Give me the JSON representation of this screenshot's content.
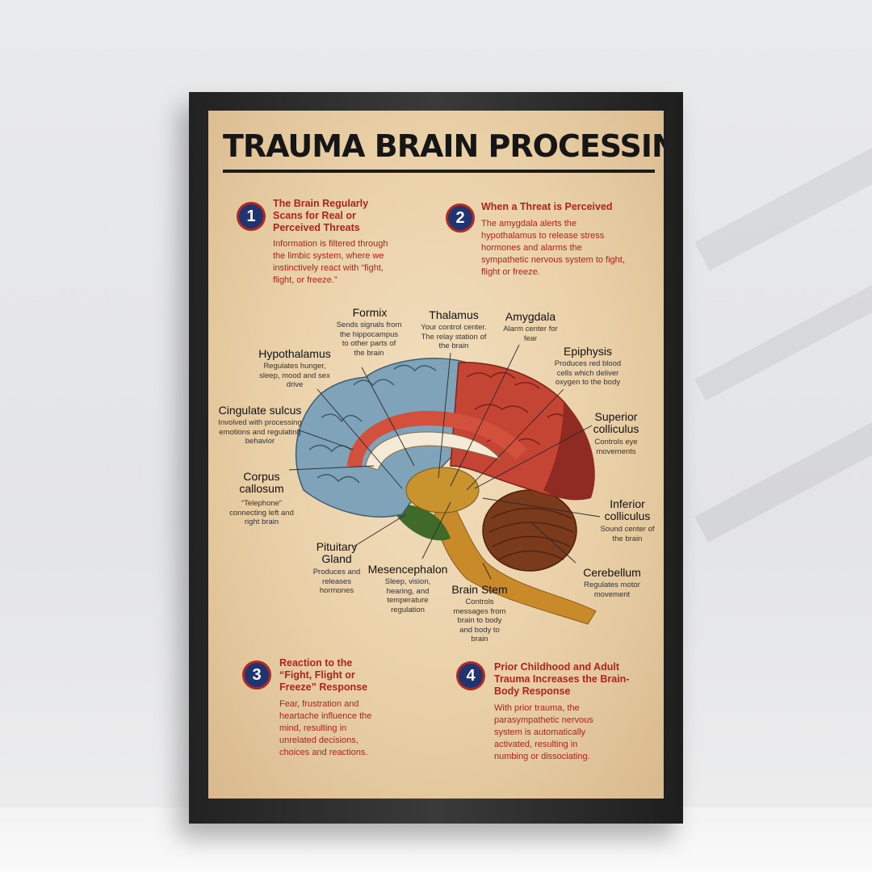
{
  "poster": {
    "title": "TRAUMA BRAIN PROCESSING",
    "steps": [
      {
        "number": "1",
        "heading": "The Brain Regularly Scans for Real or Perceived Threats",
        "body": "Information is filtered through the limbic system, where we instinctively react with “fight, flight, or freeze.”"
      },
      {
        "number": "2",
        "heading": "When a Threat is Perceived",
        "body": "The amygdala alerts the hypothalamus to release stress hormones and alarms the sympathetic nervous system to fight, flight or freeze."
      },
      {
        "number": "3",
        "heading": "Reaction to the “Fight, Flight or Freeze” Response",
        "body": "Fear, frustration and heartache influence the mind, resulting in unrelated decisions, choices and reactions."
      },
      {
        "number": "4",
        "heading": "Prior Childhood and Adult Trauma Increases the Brain-Body Response",
        "body": "With prior trauma, the parasympathetic nervous system is automatically activated, resulting in numbing or dissociating."
      }
    ],
    "labels": {
      "formix": {
        "title": "Formix",
        "desc": "Sends signals from the hippocampus to other parts of the brain"
      },
      "thalamus": {
        "title": "Thalamus",
        "desc": "Your control center. The relay station of the brain"
      },
      "amygdala": {
        "title": "Amygdala",
        "desc": "Alarm center for fear"
      },
      "hypothalamus": {
        "title": "Hypothalamus",
        "desc": "Regulates hunger, sleep, mood and sex drive"
      },
      "epiphysis": {
        "title": "Epiphysis",
        "desc": "Produces red blood cells which deliver oxygen to the body"
      },
      "cingulate": {
        "title": "Cingulate sulcus",
        "desc": "Involved with processing emotions and regulating behavior"
      },
      "superior": {
        "title": "Superior colliculus",
        "desc": "Controls eye movements"
      },
      "corpus": {
        "title": "Corpus callosum",
        "desc": "“Telephone” connecting left and right brain"
      },
      "inferior": {
        "title": "Inferior colliculus",
        "desc": "Sound center of the brain"
      },
      "pituitary": {
        "title": "Pituitary Gland",
        "desc": "Produces and releases hormones"
      },
      "mesencephalon": {
        "title": "Mesencephalon",
        "desc": "Sleep, vision, hearing, and temperature regulation"
      },
      "brainstem": {
        "title": "Brain Stem",
        "desc": "Controls messages from brain to body and body to brain"
      },
      "cerebellum": {
        "title": "Cerebellum",
        "desc": "Regulates motor movement"
      }
    },
    "colors": {
      "accent_red": "#b0231c",
      "badge_navy": "#1f3470",
      "paper": "#ecd4ad",
      "frame": "#2a2a2a"
    }
  }
}
